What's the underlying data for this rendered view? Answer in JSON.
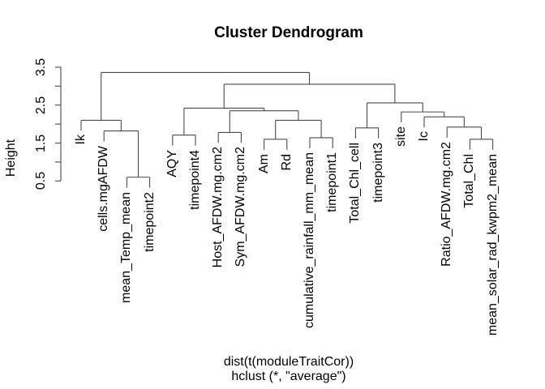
{
  "title": "Cluster Dendrogram",
  "axis": {
    "ylabel": "Height",
    "tick_labels": [
      "0.5",
      "1.5",
      "2.5",
      "3.5"
    ]
  },
  "caption": {
    "line1": "dist(t(moduleTraitCor))",
    "line2": "hclust (*, \"average\")"
  },
  "chart_data": {
    "type": "dendrogram",
    "title": "Cluster Dendrogram",
    "ylabel": "Height",
    "xlabel_lines": [
      "dist(t(moduleTraitCor))",
      "hclust (*, \"average\")"
    ],
    "line_color": "#4a4a4a",
    "y_axis": {
      "range": [
        0.5,
        3.5
      ],
      "ticks": [
        0.5,
        1.0,
        1.5,
        2.0,
        2.5,
        3.0,
        3.5
      ],
      "labeled_ticks": [
        0.5,
        1.5,
        2.5,
        3.5
      ]
    },
    "leaves_in_order": [
      "Ik",
      "cells.mgAFDW",
      "mean_Temp_mean",
      "timepoint2",
      "AQY",
      "timepoint4",
      "Host_AFDW.mg.cm2",
      "Sym_AFDW.mg.cm2",
      "Am",
      "Rd",
      "cumulative_rainfall_mm_mean",
      "timepoint1",
      "Total_Chl_cell",
      "timepoint3",
      "site",
      "Ic",
      "Ratio_AFDW.mg.cm2",
      "Total_Chl",
      "mean_solar_rad_kwpm2_mean"
    ],
    "tree": {
      "h": 3.36,
      "children": [
        {
          "h": 2.1,
          "children": [
            {
              "name": "Ik"
            },
            {
              "h": 1.82,
              "children": [
                {
                  "name": "cells.mgAFDW"
                },
                {
                  "h": 0.6,
                  "children": [
                    {
                      "name": "mean_Temp_mean"
                    },
                    {
                      "name": "timepoint2"
                    }
                  ]
                }
              ]
            }
          ]
        },
        {
          "h": 3.05,
          "children": [
            {
              "h": 2.42,
              "children": [
                {
                  "h": 1.71,
                  "children": [
                    {
                      "name": "AQY"
                    },
                    {
                      "name": "timepoint4"
                    }
                  ]
                },
                {
                  "h": 2.35,
                  "children": [
                    {
                      "h": 1.78,
                      "children": [
                        {
                          "name": "Host_AFDW.mg.cm2"
                        },
                        {
                          "name": "Sym_AFDW.mg.cm2"
                        }
                      ]
                    },
                    {
                      "h": 2.1,
                      "children": [
                        {
                          "h": 1.6,
                          "children": [
                            {
                              "name": "Am"
                            },
                            {
                              "name": "Rd"
                            }
                          ]
                        },
                        {
                          "h": 1.64,
                          "children": [
                            {
                              "name": "cumulative_rainfall_mm_mean"
                            },
                            {
                              "name": "timepoint1"
                            }
                          ]
                        }
                      ]
                    }
                  ]
                }
              ]
            },
            {
              "h": 2.56,
              "children": [
                {
                  "h": 1.9,
                  "children": [
                    {
                      "name": "Total_Chl_cell"
                    },
                    {
                      "name": "timepoint3"
                    }
                  ]
                },
                {
                  "h": 2.32,
                  "children": [
                    {
                      "name": "site"
                    },
                    {
                      "h": 2.19,
                      "children": [
                        {
                          "name": "Ic"
                        },
                        {
                          "h": 1.92,
                          "children": [
                            {
                              "name": "Ratio_AFDW.mg.cm2"
                            },
                            {
                              "h": 1.6,
                              "children": [
                                {
                                  "name": "Total_Chl"
                                },
                                {
                                  "name": "mean_solar_rad_kwpm2_mean"
                                }
                              ]
                            }
                          ]
                        }
                      ]
                    }
                  ]
                }
              ]
            }
          ]
        }
      ]
    }
  }
}
